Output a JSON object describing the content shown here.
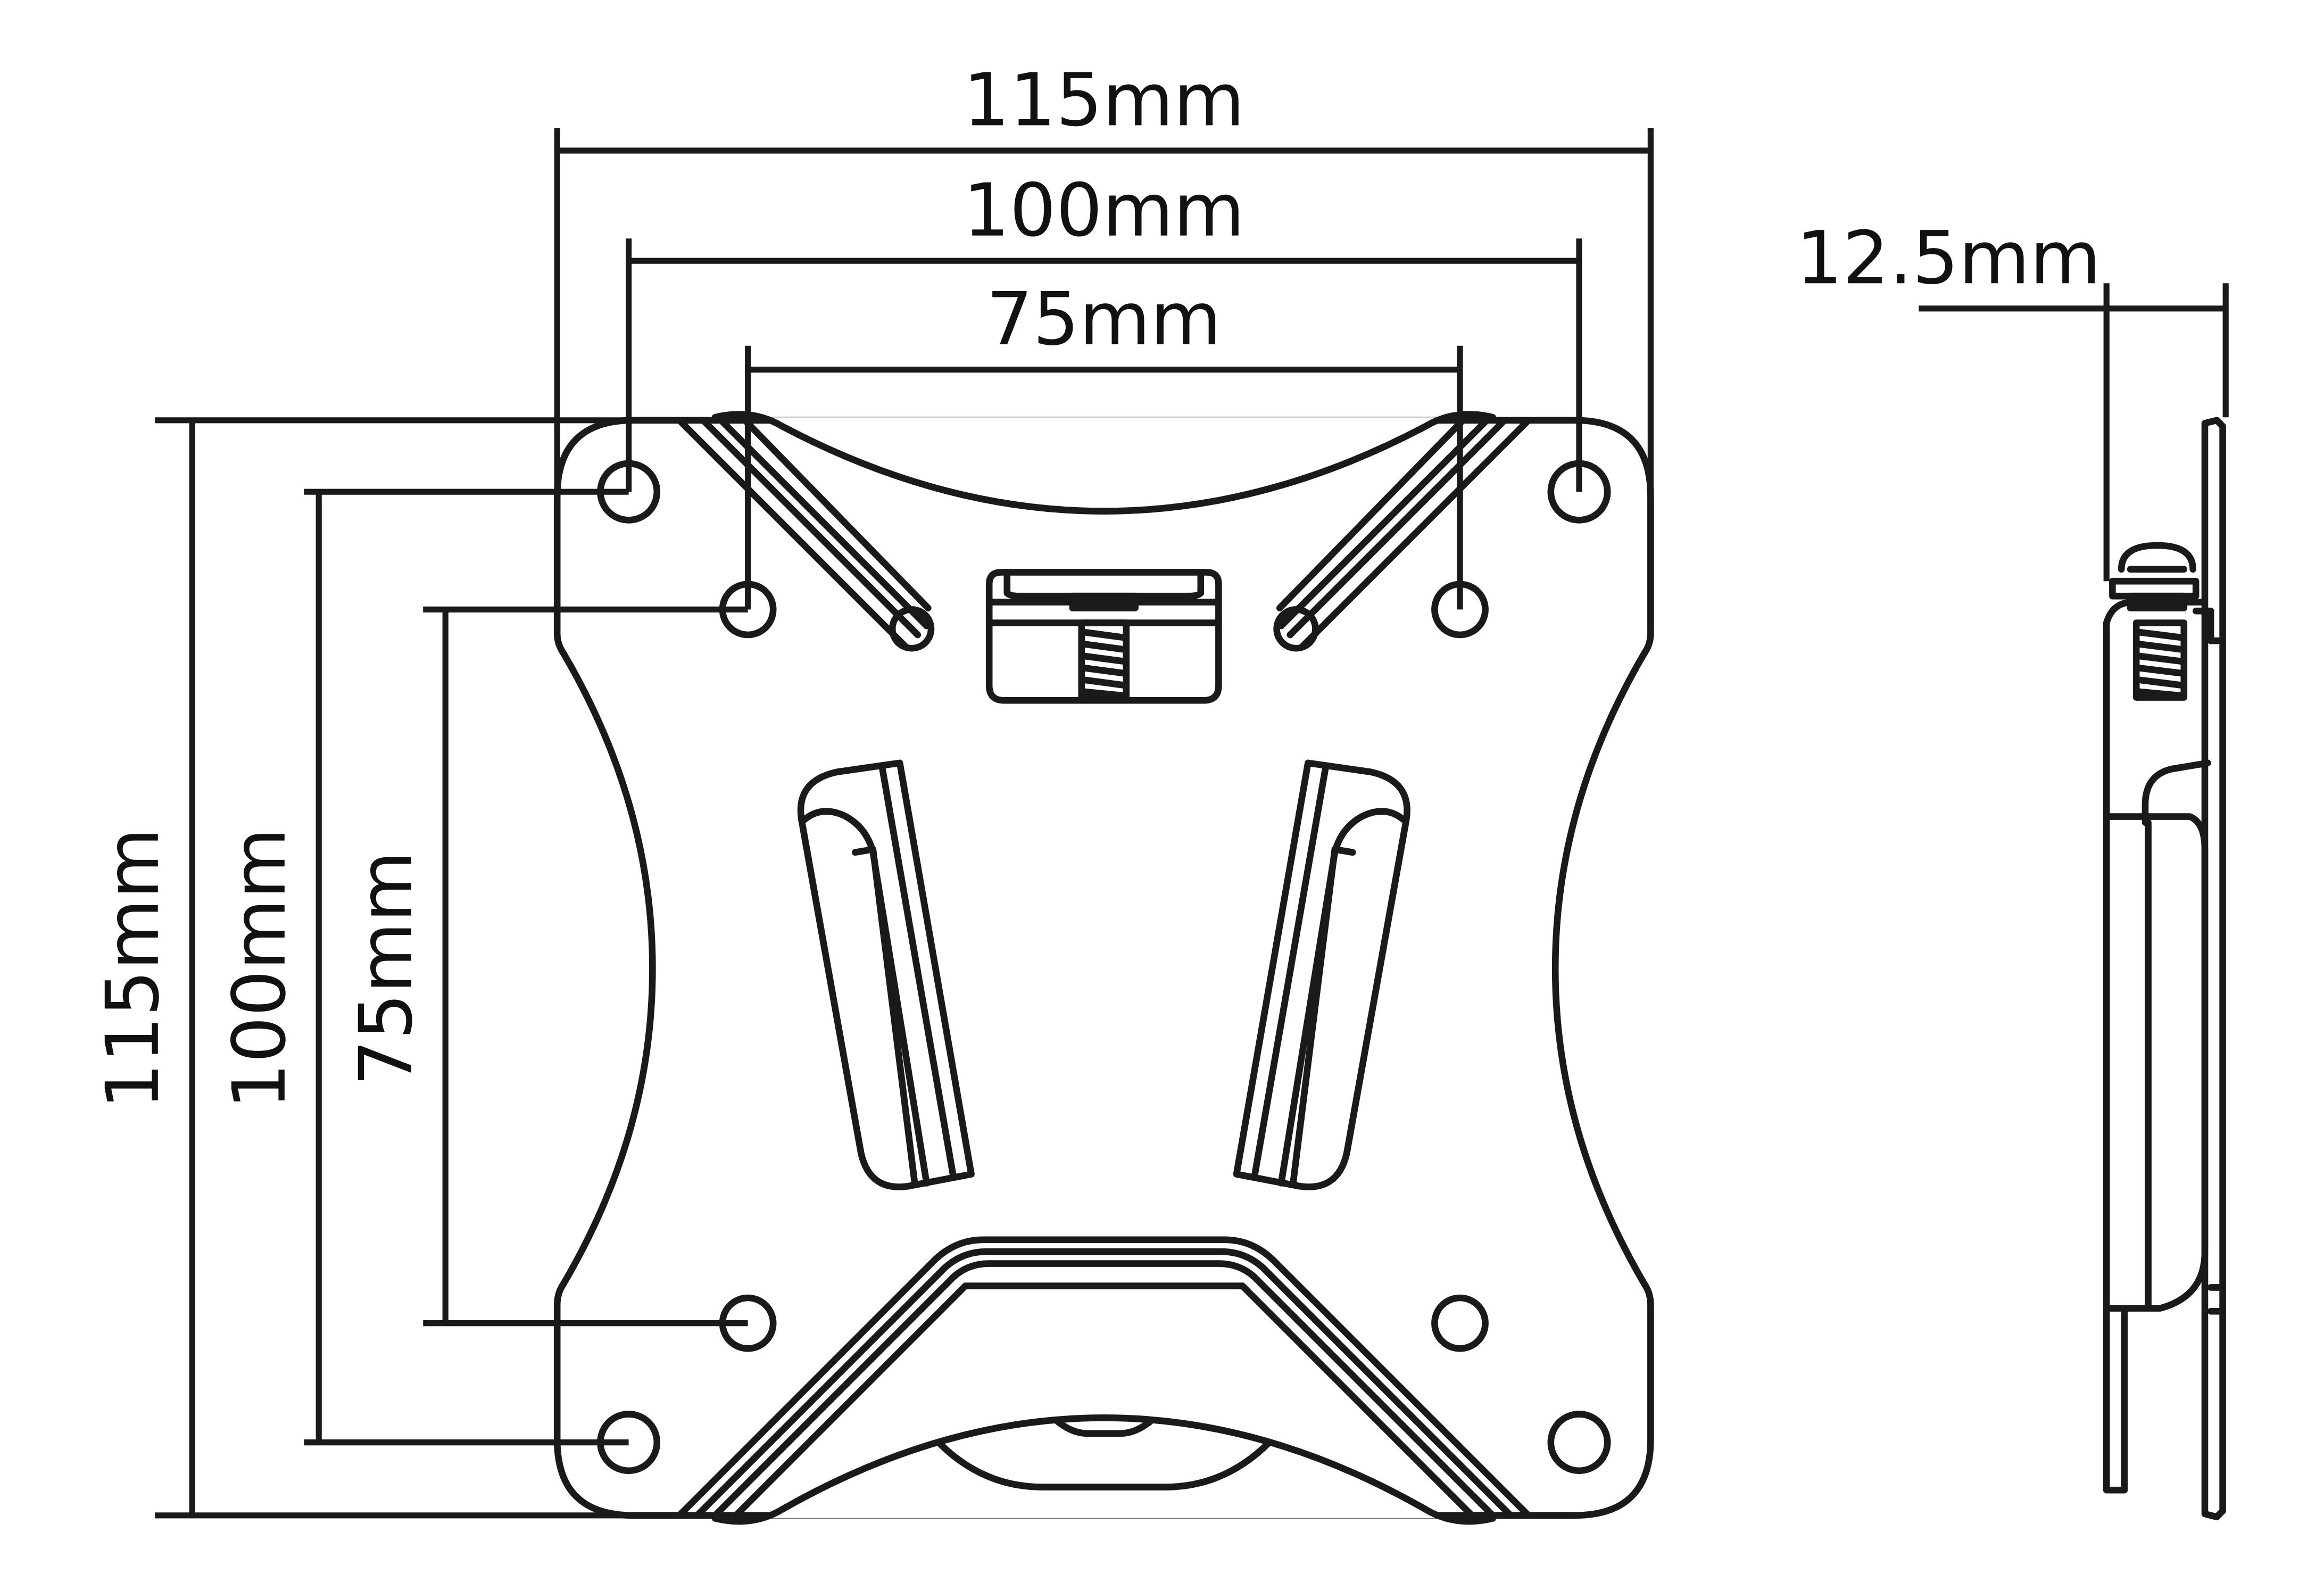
{
  "dimensions": {
    "width_outer": "115mm",
    "width_mid": "100mm",
    "width_inner": "75mm",
    "height_outer": "115mm",
    "height_mid": "100mm",
    "height_inner": "75mm",
    "depth": "12.5mm"
  }
}
